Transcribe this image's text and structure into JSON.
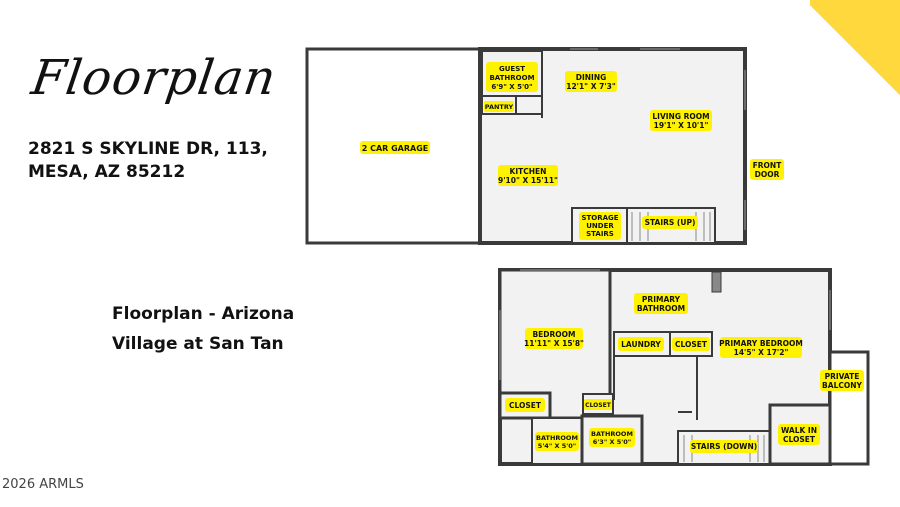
{
  "title": "Floorplan",
  "address": {
    "line1": "2821 S SKYLINE DR, 113,",
    "line2": "MESA, AZ 85212"
  },
  "subtitle": {
    "line1": "Floorplan - Arizona",
    "line2": "Village at San Tan"
  },
  "watermark": "2026 ARMLS",
  "colors": {
    "accent": "#ffd83d",
    "label_bg": "#fff200",
    "wall": "#3a3a3a",
    "floor": "#f2f2f2"
  },
  "lower_level": {
    "garage": {
      "name": "2 CAR GARAGE"
    },
    "guest_bathroom": {
      "name": "GUEST",
      "name2": "BATHROOM",
      "dims": "6'9\" X 5'0\""
    },
    "dining": {
      "name": "DINING",
      "dims": "12'1\" X 7'3\""
    },
    "pantry": {
      "name": "PANTRY"
    },
    "living_room": {
      "name": "LIVING ROOM",
      "dims": "19'1\" X 10'1\""
    },
    "kitchen": {
      "name": "KITCHEN",
      "dims": "9'10\" X 15'11\""
    },
    "front_door": {
      "name": "FRONT",
      "name2": "DOOR"
    },
    "storage": {
      "name": "STORAGE",
      "name2": "UNDER",
      "name3": "STAIRS"
    },
    "stairs_up": {
      "name": "STAIRS (UP)"
    }
  },
  "upper_level": {
    "bedroom": {
      "name": "BEDROOM",
      "dims": "11'11\" X 15'8\""
    },
    "primary_bathroom": {
      "name": "PRIMARY",
      "name2": "BATHROOM"
    },
    "laundry": {
      "name": "LAUNDRY"
    },
    "closet1": {
      "name": "CLOSET"
    },
    "primary_bedroom": {
      "name": "PRIMARY BEDROOM",
      "dims": "14'5\" X 17'2\""
    },
    "private_balcony": {
      "name": "PRIVATE",
      "name2": "BALCONY"
    },
    "closet2": {
      "name": "CLOSET"
    },
    "closet3": {
      "name": "CLOSET"
    },
    "bathroom1": {
      "name": "BATHROOM",
      "dims": "5'4\" X 5'0\""
    },
    "bathroom2": {
      "name": "BATHROOM",
      "dims": "6'3\" X 5'0\""
    },
    "stairs_down": {
      "name": "STAIRS (DOWN)"
    },
    "walk_in_closet": {
      "name": "WALK IN",
      "name2": "CLOSET"
    }
  }
}
